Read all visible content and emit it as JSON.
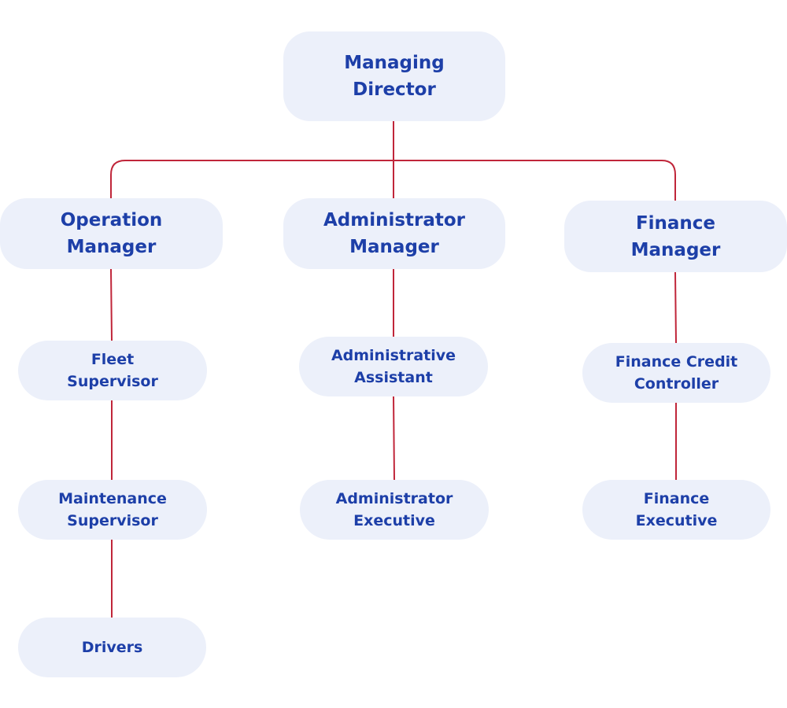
{
  "org_chart": {
    "root": {
      "label": "Managing\nDirector"
    },
    "managers": [
      {
        "label": "Operation\nManager"
      },
      {
        "label": "Administrator\nManager"
      },
      {
        "label": "Finance\nManager"
      }
    ],
    "operations": {
      "fleet": "Fleet\nSupervisor",
      "maintenance": "Maintenance\nSupervisor",
      "drivers": "Drivers"
    },
    "administration": {
      "assistant": "Administrative\nAssistant",
      "executive": "Administrator\nExecutive"
    },
    "finance": {
      "credit_controller": "Finance Credit\nController",
      "executive": "Finance\nExecutive"
    }
  },
  "colors": {
    "box_fill": "#ecf0fa",
    "text": "#1d3fa8",
    "connector": "#c0263a"
  }
}
